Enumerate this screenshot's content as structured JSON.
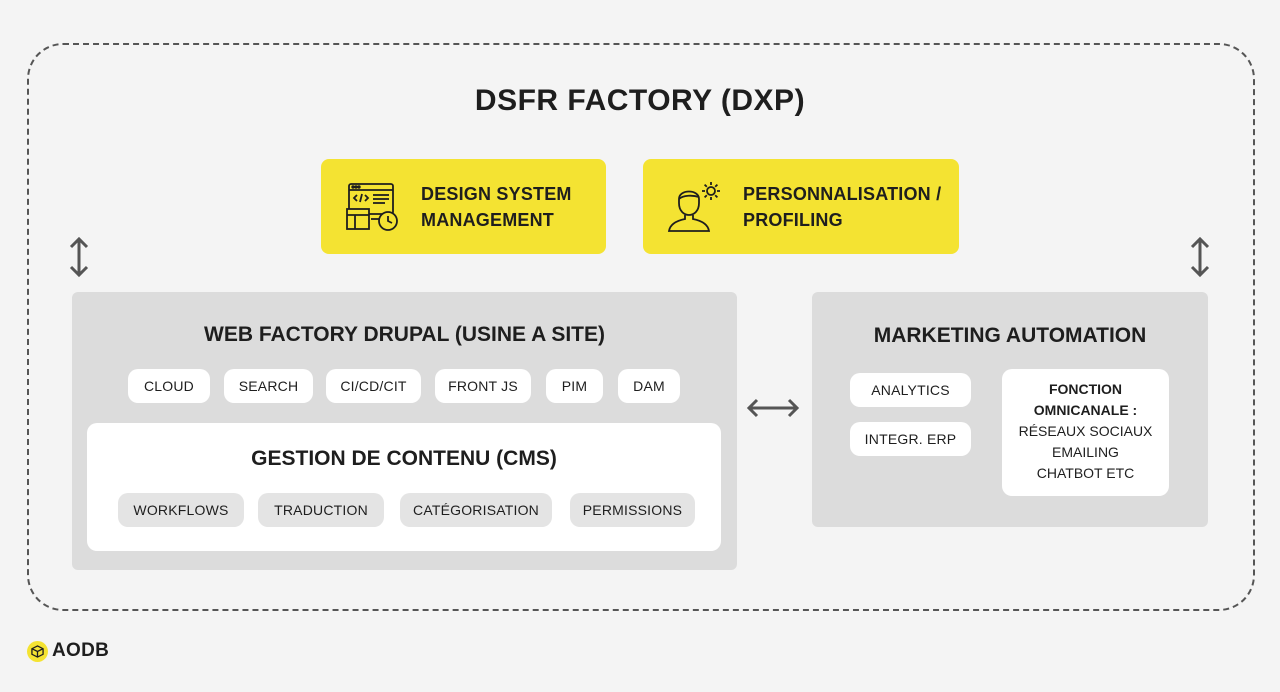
{
  "title": "DSFR FACTORY (DXP)",
  "cards": {
    "design_system": {
      "line1": "DESIGN SYSTEM",
      "line2": "MANAGEMENT",
      "icon": "code-window-clock-icon"
    },
    "personnalisation": {
      "line1": "PERSONNALISATION /",
      "line2": "PROFILING",
      "icon": "user-gear-icon"
    }
  },
  "web_factory": {
    "title": "WEB FACTORY DRUPAL (USINE A SITE)",
    "tags": [
      "CLOUD",
      "SEARCH",
      "CI/CD/CIT",
      "FRONT JS",
      "PIM",
      "DAM"
    ],
    "cms": {
      "title": "GESTION DE CONTENU (CMS)",
      "tags": [
        "WORKFLOWS",
        "TRADUCTION",
        "CATÉGORISATION",
        "PERMISSIONS"
      ]
    }
  },
  "marketing": {
    "title": "MARKETING AUTOMATION",
    "tags": [
      "ANALYTICS",
      "INTEGR. ERP"
    ],
    "omni": {
      "title1": "FONCTION",
      "title2": "OMNICANALE :",
      "lines": [
        "RÉSEAUX SOCIAUX",
        "EMAILING",
        "CHATBOT ETC"
      ]
    }
  },
  "logo": "AODB",
  "colors": {
    "accent": "#f4e332",
    "panel": "#dcdcdc",
    "background": "#f4f4f4"
  }
}
